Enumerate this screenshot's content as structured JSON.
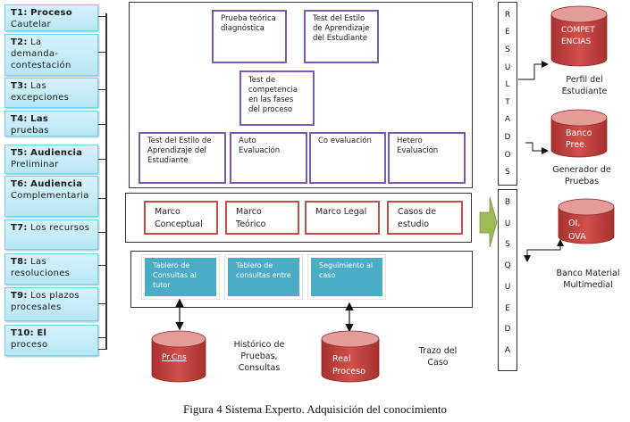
{
  "colors": {
    "topic_fill": "#c7ecf8",
    "topic_border": "#7fcde6",
    "purple_border": "#7e57b6",
    "red_border": "#c0504d",
    "blue_fill": "#4bacc6",
    "cylinder_fill": "#c0504d",
    "arrow_green": "#9bbb59"
  },
  "topics": [
    {
      "code": "T1:",
      "bold_rest": "Proceso",
      "rest": "Cautelar"
    },
    {
      "code": "T2:",
      "bold_rest": "",
      "rest": "La demanda-contestación"
    },
    {
      "code": "T3:",
      "bold_rest": "",
      "rest": "Las excepciones"
    },
    {
      "code": "T4:",
      "bold_rest": "Las",
      "rest": "pruebas"
    },
    {
      "code": "T5:",
      "bold_rest": "Audiencia",
      "rest": "Preliminar"
    },
    {
      "code": "T6:",
      "bold_rest": "Audiencia",
      "rest": "Complementaria"
    },
    {
      "code": "T7:",
      "bold_rest": "",
      "rest": "Los recursos"
    },
    {
      "code": "T8:",
      "bold_rest": "",
      "rest": "Las resoluciones"
    },
    {
      "code": "T9:",
      "bold_rest": "",
      "rest": "Los plazos procesales"
    },
    {
      "code": "T10:",
      "bold_rest": "El",
      "rest": "proceso"
    }
  ],
  "evaluation_panel": {
    "prueba_teorica": "Prueba teórica diagnóstica",
    "test_estilo_top": "Test del Estilo de Aprendizaje del Estudiante",
    "test_competencia": "Test de competencia en las fases del proceso",
    "row": [
      "Test del Estilo de Aprendizaje del Estudiante",
      "Auto Evaluación",
      "Co evaluación",
      "Hetero Evaluación"
    ]
  },
  "marco_panel": {
    "items": [
      "Marco Conceptual",
      "Marco Teórico",
      "Marco Legal",
      "Casos de estudio"
    ]
  },
  "consultas_panel": {
    "items": [
      "Tablero de Consultas al tutor",
      "Tablero de consultas entre",
      "Seguimiento al caso"
    ]
  },
  "databases": {
    "prcns": {
      "label": "Pr.Cns",
      "caption": "Histórico de Pruebas, Consultas"
    },
    "real": {
      "label": "Real Proceso",
      "caption": "Trazo del Caso"
    },
    "competencias": {
      "label": "COMPETENCIAS",
      "caption": "Perfil del Estudiante"
    },
    "banco": {
      "label": "Banco Pree.",
      "caption": "Generador de Pruebas"
    },
    "oi": {
      "label": "OI, OVA",
      "caption": "Banco Material Multimedial"
    }
  },
  "resultados_letters": [
    "R",
    "E",
    "S",
    "U",
    "L",
    "T",
    "A",
    "D",
    "O",
    "S"
  ],
  "busqueda_letters": [
    "B",
    "U",
    "S",
    "Q",
    "U",
    "E",
    "D",
    "A"
  ],
  "figure_caption": "Figura 4 Sistema Experto. Adquisición del conocimiento"
}
